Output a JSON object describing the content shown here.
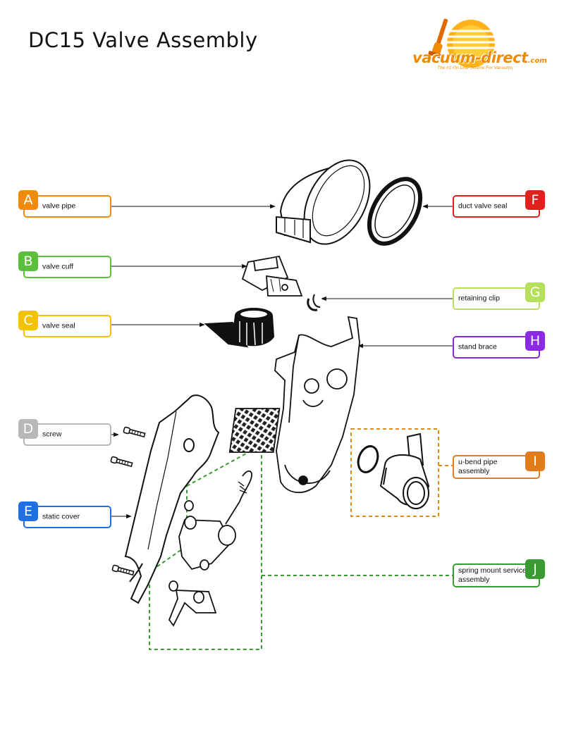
{
  "title": "DC15 Valve Assembly",
  "logo": {
    "name": "vacuum-direct",
    "suffix": ".com",
    "tagline": "The #1 On Line Source For Vacuums"
  },
  "colors": {
    "A": "#f08a0c",
    "B": "#5cbf3b",
    "C": "#f2c200",
    "D": "#b8b8b8",
    "E": "#1f6fe0",
    "F": "#e0221c",
    "G": "#b7e05a",
    "H": "#8a2be2",
    "I": "#e07c1c",
    "J": "#3a9b32"
  },
  "callouts": [
    {
      "letter": "A",
      "label": "valve pipe"
    },
    {
      "letter": "B",
      "label": "valve cuff"
    },
    {
      "letter": "C",
      "label": "valve seal"
    },
    {
      "letter": "D",
      "label": "screw"
    },
    {
      "letter": "E",
      "label": "static cover"
    },
    {
      "letter": "F",
      "label": "duct valve seal"
    },
    {
      "letter": "G",
      "label": "retaining clip"
    },
    {
      "letter": "H",
      "label": "stand brace"
    },
    {
      "letter": "I",
      "label": "u-bend pipe assembly"
    },
    {
      "letter": "J",
      "label": "spring mount service assembly"
    }
  ]
}
